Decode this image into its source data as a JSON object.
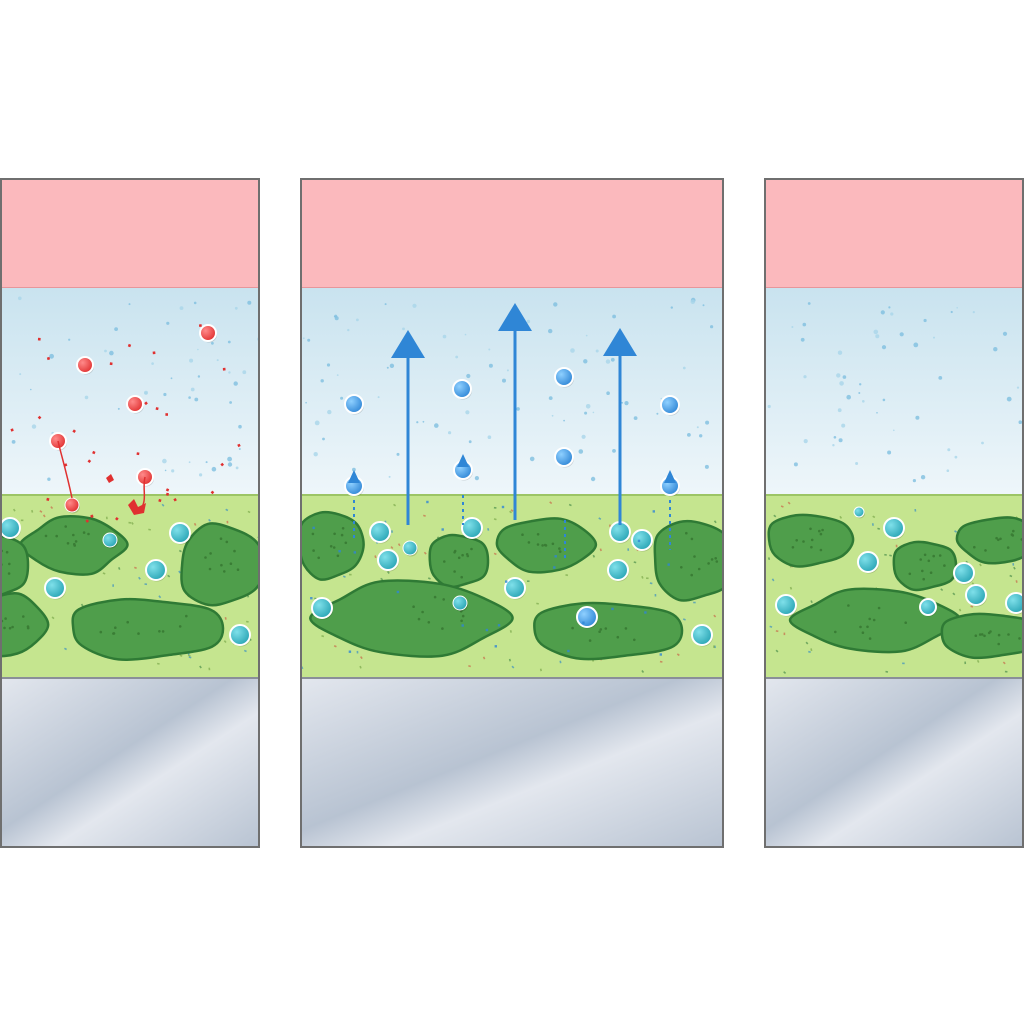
{
  "palette": {
    "top_layer": "#fbb9bd",
    "top_layer_edge": "#e08a90",
    "fluid_top": "#c9e3ef",
    "fluid_bottom": "#eef6fa",
    "matrix": "#c5e58f",
    "matrix_edge": "#9cc565",
    "blob": "#4f9e4b",
    "blob_edge": "#2f7a35",
    "blob_speck": "#3a7d35",
    "base_light": "#e3e7ee",
    "base_dark": "#b8c3d2",
    "frame": "#6f6f6f",
    "red_particle": "#e03030",
    "blue_particle": "#2f86d6",
    "teal_particle": "#2aa5b5",
    "arrow": "#2f86d6"
  },
  "panels": [
    {
      "id": "panel-1",
      "state": "red-particles-settling"
    },
    {
      "id": "panel-2",
      "state": "blue-particles-rising-arrows"
    },
    {
      "id": "panel-3",
      "state": "quiescent"
    }
  ],
  "icons": {
    "arrow": "up-arrow-icon",
    "red_particle": "red-sphere-icon",
    "blue_particle": "blue-sphere-icon",
    "teal_particle": "teal-sphere-icon"
  }
}
